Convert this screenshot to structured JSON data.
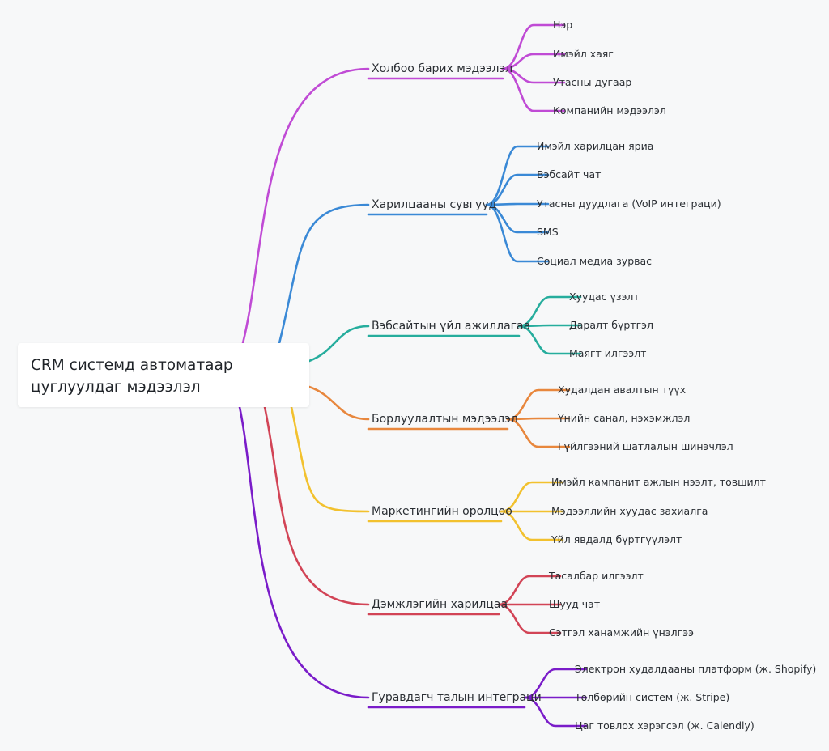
{
  "root": {
    "text": "CRM системд автоматаар цуглуулдаг мэдээлэл"
  },
  "branches": [
    {
      "label": "Холбоо барих мэдээлэл",
      "color": "#c04bd5",
      "children": [
        "Нэр",
        "Имэйл хаяг",
        "Утасны дугаар",
        "Компанийн мэдээлэл"
      ]
    },
    {
      "label": "Харилцааны сувгууд",
      "color": "#3a89d6",
      "children": [
        "Имэйл харилцан яриа",
        "Вэбсайт чат",
        "Утасны дуудлага (VoIP интеграци)",
        "SMS",
        "Социал медиа зурвас"
      ]
    },
    {
      "label": "Вэбсайтын үйл ажиллагаа",
      "color": "#26ad9d",
      "children": [
        "Хуудас үзэлт",
        "Даралт бүртгэл",
        "Маягт илгээлт"
      ]
    },
    {
      "label": "Борлуулалтын мэдээлэл",
      "color": "#e8873d",
      "children": [
        "Худалдан авалтын түүх",
        "Үнийн санал, нэхэмжлэл",
        "Гүйлгээний шатлалын шинэчлэл"
      ]
    },
    {
      "label": "Маркетингийн оролцоо",
      "color": "#f2c12e",
      "children": [
        "Имэйл кампанит ажлын нээлт, товшилт",
        "Мэдээллийн хуудас захиалга",
        "Үйл явдалд бүртгүүлэлт"
      ]
    },
    {
      "label": "Дэмжлэгийн харилцаа",
      "color": "#d24456",
      "children": [
        "Тасалбар илгээлт",
        "Шууд чат",
        "Сэтгэл ханамжийн үнэлгээ"
      ]
    },
    {
      "label": "Гуравдагч талын интеграци",
      "color": "#7a1cc9",
      "children": [
        "Электрон худалдааны платформ (ж. Shopify)",
        "Төлбөрийн систем (ж. Stripe)",
        "Цаг товлох хэрэгсэл (ж. Calendly)"
      ]
    }
  ]
}
